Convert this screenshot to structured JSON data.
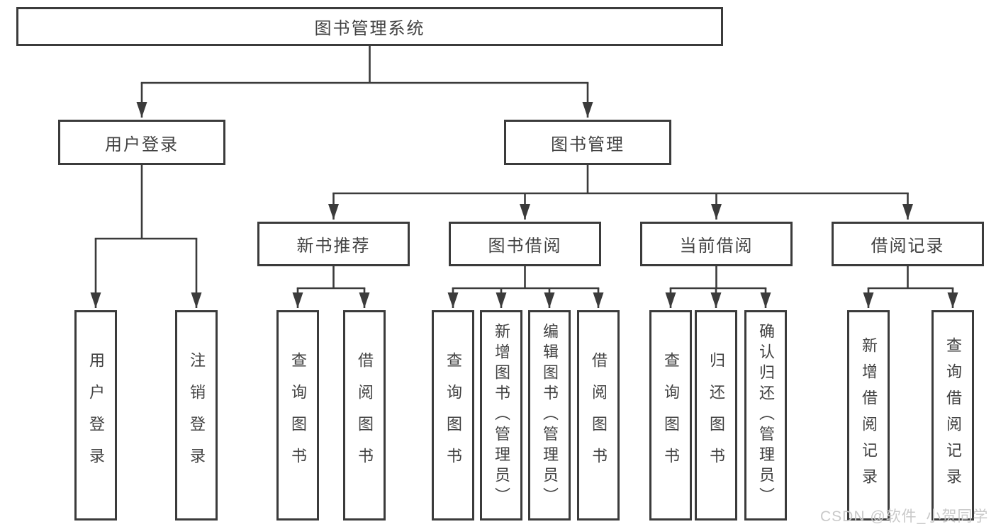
{
  "diagram_title": "图书管理系统",
  "colors": {
    "line": "#3b3b3b",
    "text": "#424242",
    "background": "#ffffff",
    "watermark": "#c9c9c9"
  },
  "root": {
    "label": "图书管理系统"
  },
  "branches": [
    {
      "label": "用户登录",
      "leaves": [
        {
          "label": "用户登录"
        },
        {
          "label": "注销登录"
        }
      ]
    },
    {
      "label": "图书管理",
      "sections": [
        {
          "label": "新书推荐",
          "leaves": [
            {
              "label": "查询图书"
            },
            {
              "label": "借阅图书"
            }
          ]
        },
        {
          "label": "图书借阅",
          "leaves": [
            {
              "label": "查询图书"
            },
            {
              "label": "新增图书（管理员）"
            },
            {
              "label": "编辑图书（管理员）"
            },
            {
              "label": "借阅图书"
            }
          ]
        },
        {
          "label": "当前借阅",
          "leaves": [
            {
              "label": "查询图书"
            },
            {
              "label": "归还图书"
            },
            {
              "label": "确认归还（管理员）"
            }
          ]
        },
        {
          "label": "借阅记录",
          "leaves": [
            {
              "label": "新增借阅记录"
            },
            {
              "label": "查询借阅记录"
            }
          ]
        }
      ]
    }
  ],
  "watermark": "CSDN @软件_小贺同学"
}
